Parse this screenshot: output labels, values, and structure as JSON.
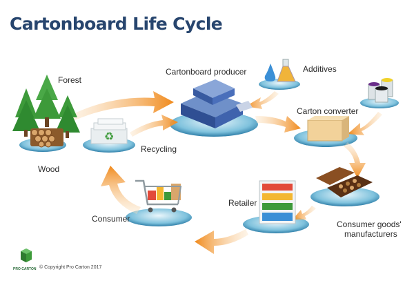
{
  "title": "Cartonboard Life Cycle",
  "labels": {
    "forest": "Forest",
    "wood": "Wood",
    "recycling": "Recycling",
    "producer": "Cartonboard producer",
    "additives": "Additives",
    "converter": "Carton converter",
    "manufacturers_1": "Consumer goods'",
    "manufacturers_2": "manufacturers",
    "retailer": "Retailer",
    "consumer": "Consumer"
  },
  "logo": {
    "text": "PRO CARTON"
  },
  "copyright": "© Copyright Pro Carton 2017",
  "colors": {
    "title": "#27456e",
    "arrow": "#f29a2e",
    "disc": "#3d8db3",
    "leaf": "#3d9a3a"
  }
}
